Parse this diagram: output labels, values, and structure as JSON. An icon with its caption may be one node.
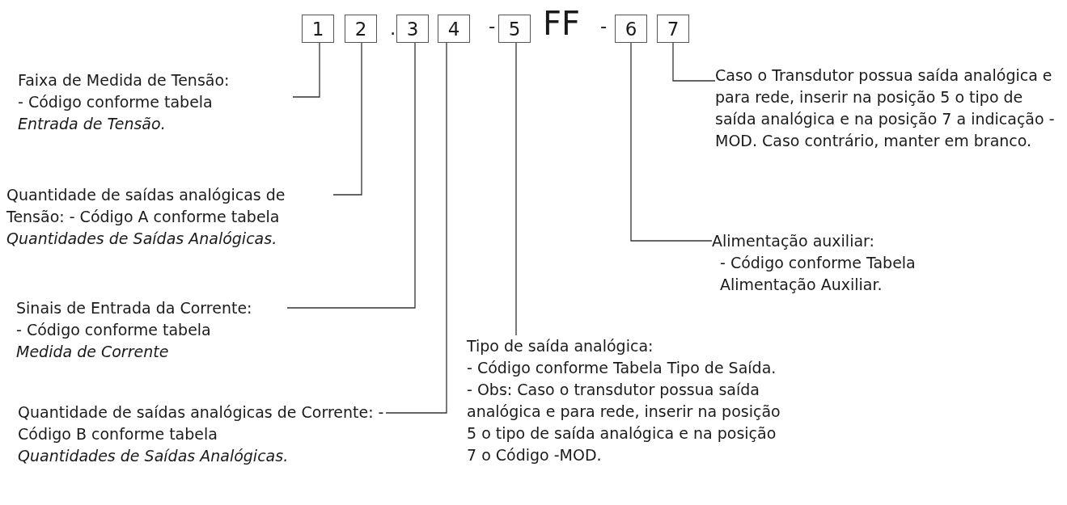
{
  "diagram": {
    "nodes": [
      {
        "text": [
          "1"
        ]
      },
      {
        "text": [
          "2"
        ]
      },
      {
        "text": [
          "3"
        ]
      },
      {
        "text": [
          "4"
        ]
      },
      {
        "text": [
          "5"
        ]
      },
      {
        "text": [
          "6"
        ]
      },
      {
        "text": [
          "7"
        ]
      },
      {
        "text": [
          "Faixa de Medida de Tensão:",
          "- Código conforme tabela *Entrada de Tensão.*"
        ]
      },
      {
        "text": [
          "Caso o Transdutor possua saída analógica e para rede, inserir na posição 5 o tipo de saída analógica e na posição 7 a indicação -MOD. Caso contrário, manter em branco."
        ]
      },
      {
        "text": [
          "Quantidade de saídas analógicas de Tensão: - Código A conforme tabela *Quantidades de Saídas Analógicas.*"
        ]
      },
      {
        "text": [
          "Alimentação auxiliar:",
          "- Código conforme Tabela Alimentação Auxiliar."
        ]
      },
      {
        "text": [
          "Sinais de Entrada da Corrente:",
          "- Código conforme tabela *Medida de Corrente*"
        ]
      },
      {
        "text": [
          "Tipo de saída analógica:",
          "- Código conforme Tabela Tipo de Saída.",
          "- Obs: Caso o transdutor possua saída analógica e para rede, inserir na posição 5 o tipo de saída analógica e na posição 7 o Código -MOD."
        ]
      },
      {
        "text": [
          "Quantidade de saídas analógicas de Corrente: - Código B conforme tabela *Quantidades de Saídas Analógicas.*"
        ]
      }
    ],
    "edges": [
      {
        "from": 7,
        "to": 0,
        "arrow": "none"
      },
      {
        "from": 8,
        "to": 6,
        "arrow": "none"
      },
      {
        "from": 9,
        "to": 1,
        "arrow": "none"
      },
      {
        "from": 10,
        "to": 5,
        "arrow": "none"
      },
      {
        "from": 11,
        "to": 2,
        "arrow": "none"
      },
      {
        "from": 12,
        "to": 4,
        "arrow": "none"
      },
      {
        "from": 13,
        "to": 3,
        "arrow": "none"
      }
    ],
    "labels": [
      ".",
      "-",
      "FF",
      "-"
    ]
  }
}
